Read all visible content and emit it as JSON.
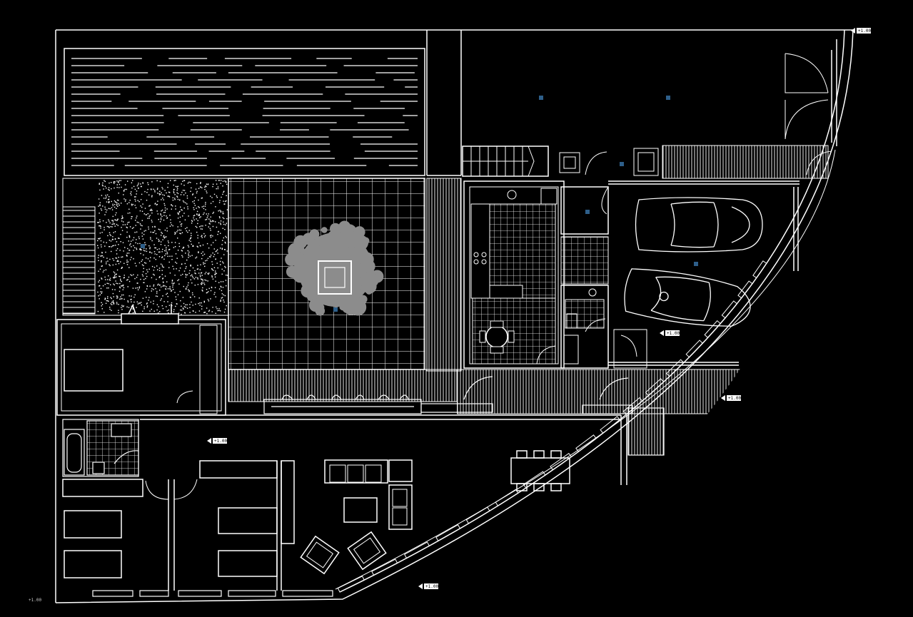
{
  "drawing": {
    "background": "#000000",
    "line_color": "#ffffff",
    "tree_color": "#8c8c8c",
    "marker_color": "#2e5f8a",
    "corner_label": "+1.00",
    "level_tags": [
      "+1.00",
      "+1.00",
      "+1.00",
      "+1.00",
      "+1.00",
      "+1.00"
    ]
  }
}
